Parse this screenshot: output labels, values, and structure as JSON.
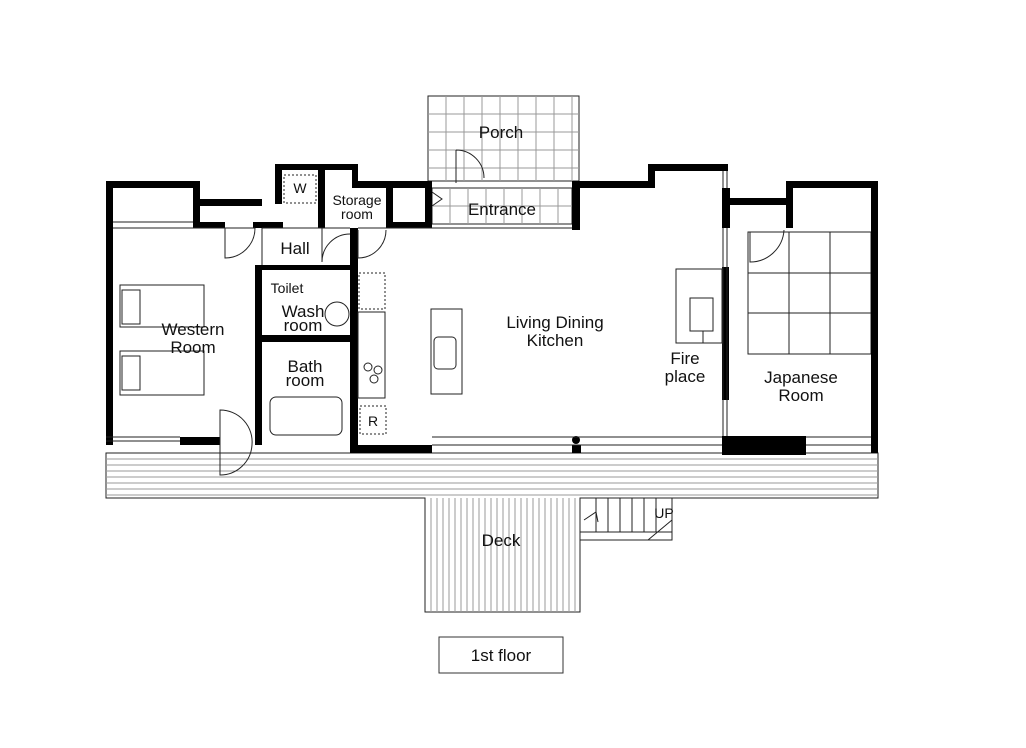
{
  "plan": {
    "caption": "1st floor",
    "rooms": {
      "porch": "Porch",
      "entrance": "Entrance",
      "w_closet": "W",
      "storage_1": "Storage",
      "storage_2": "room",
      "hall": "Hall",
      "toilet": "Toilet",
      "wash_1": "Wash",
      "wash_2": "room",
      "bath_1": "Bath",
      "bath_2": "room",
      "western_1": "Western",
      "western_2": "Room",
      "ldk_1": "Living Dining",
      "ldk_2": "Kitchen",
      "fire_1": "Fire",
      "fire_2": "place",
      "japanese_1": "Japanese",
      "japanese_2": "Room",
      "fridge": "R",
      "deck": "Deck",
      "stairs_up": "UP"
    }
  }
}
